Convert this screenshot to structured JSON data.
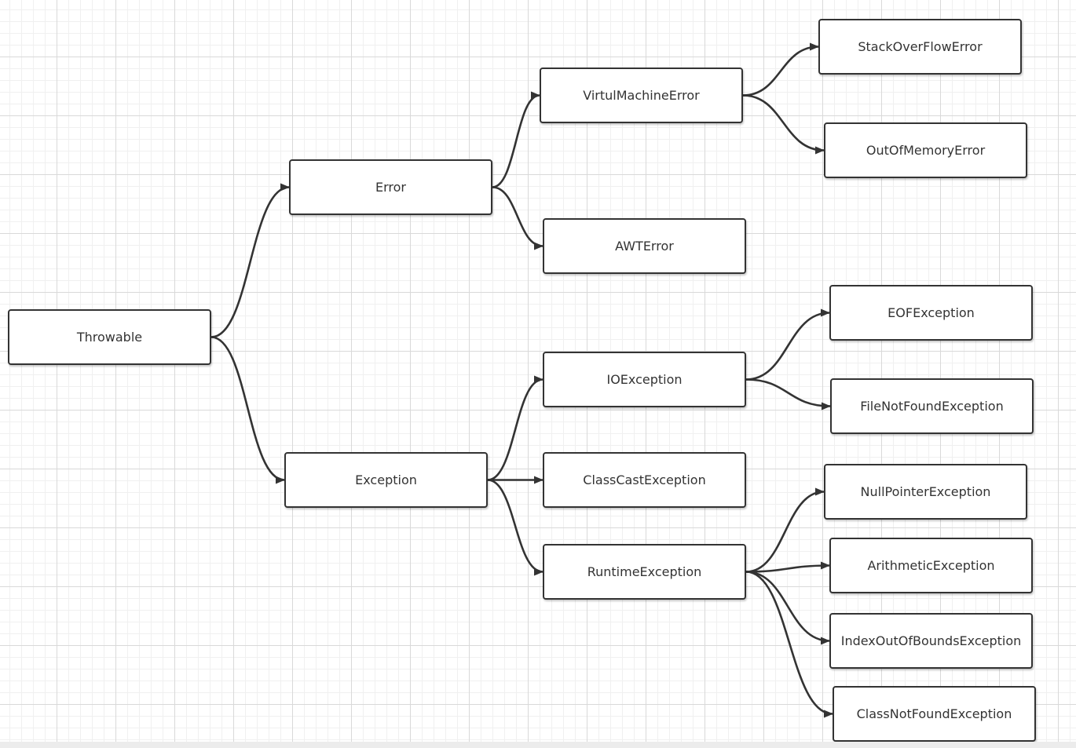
{
  "diagram": {
    "nodes": [
      {
        "id": "throwable",
        "label": "Throwable"
      },
      {
        "id": "error",
        "label": "Error"
      },
      {
        "id": "exception",
        "label": "Exception"
      },
      {
        "id": "virtualmachineerror",
        "label": "VirtulMachineError"
      },
      {
        "id": "awterror",
        "label": "AWTError"
      },
      {
        "id": "stackoverflowerror",
        "label": "StackOverFlowError"
      },
      {
        "id": "outofmemoryerror",
        "label": "OutOfMemoryError"
      },
      {
        "id": "ioexception",
        "label": "IOException"
      },
      {
        "id": "classcastexception",
        "label": "ClassCastException"
      },
      {
        "id": "runtimeexception",
        "label": "RuntimeException"
      },
      {
        "id": "eofexception",
        "label": "EOFException"
      },
      {
        "id": "filenotfoundexception",
        "label": "FileNotFoundException"
      },
      {
        "id": "nullpointerexception",
        "label": "NullPointerException"
      },
      {
        "id": "arithmeticexception",
        "label": "ArithmeticException"
      },
      {
        "id": "indexoutofboundsexception",
        "label": "IndexOutOfBoundsException"
      },
      {
        "id": "classnotfoundexception",
        "label": "ClassNotFoundException"
      }
    ],
    "edges": [
      {
        "from": "throwable",
        "to": "error"
      },
      {
        "from": "throwable",
        "to": "exception"
      },
      {
        "from": "error",
        "to": "virtualmachineerror"
      },
      {
        "from": "error",
        "to": "awterror"
      },
      {
        "from": "virtualmachineerror",
        "to": "stackoverflowerror"
      },
      {
        "from": "virtualmachineerror",
        "to": "outofmemoryerror"
      },
      {
        "from": "exception",
        "to": "ioexception"
      },
      {
        "from": "exception",
        "to": "classcastexception"
      },
      {
        "from": "exception",
        "to": "runtimeexception"
      },
      {
        "from": "ioexception",
        "to": "eofexception"
      },
      {
        "from": "ioexception",
        "to": "filenotfoundexception"
      },
      {
        "from": "runtimeexception",
        "to": "nullpointerexception"
      },
      {
        "from": "runtimeexception",
        "to": "arithmeticexception"
      },
      {
        "from": "runtimeexception",
        "to": "indexoutofboundsexception"
      },
      {
        "from": "runtimeexception",
        "to": "classnotfoundexception"
      }
    ]
  }
}
